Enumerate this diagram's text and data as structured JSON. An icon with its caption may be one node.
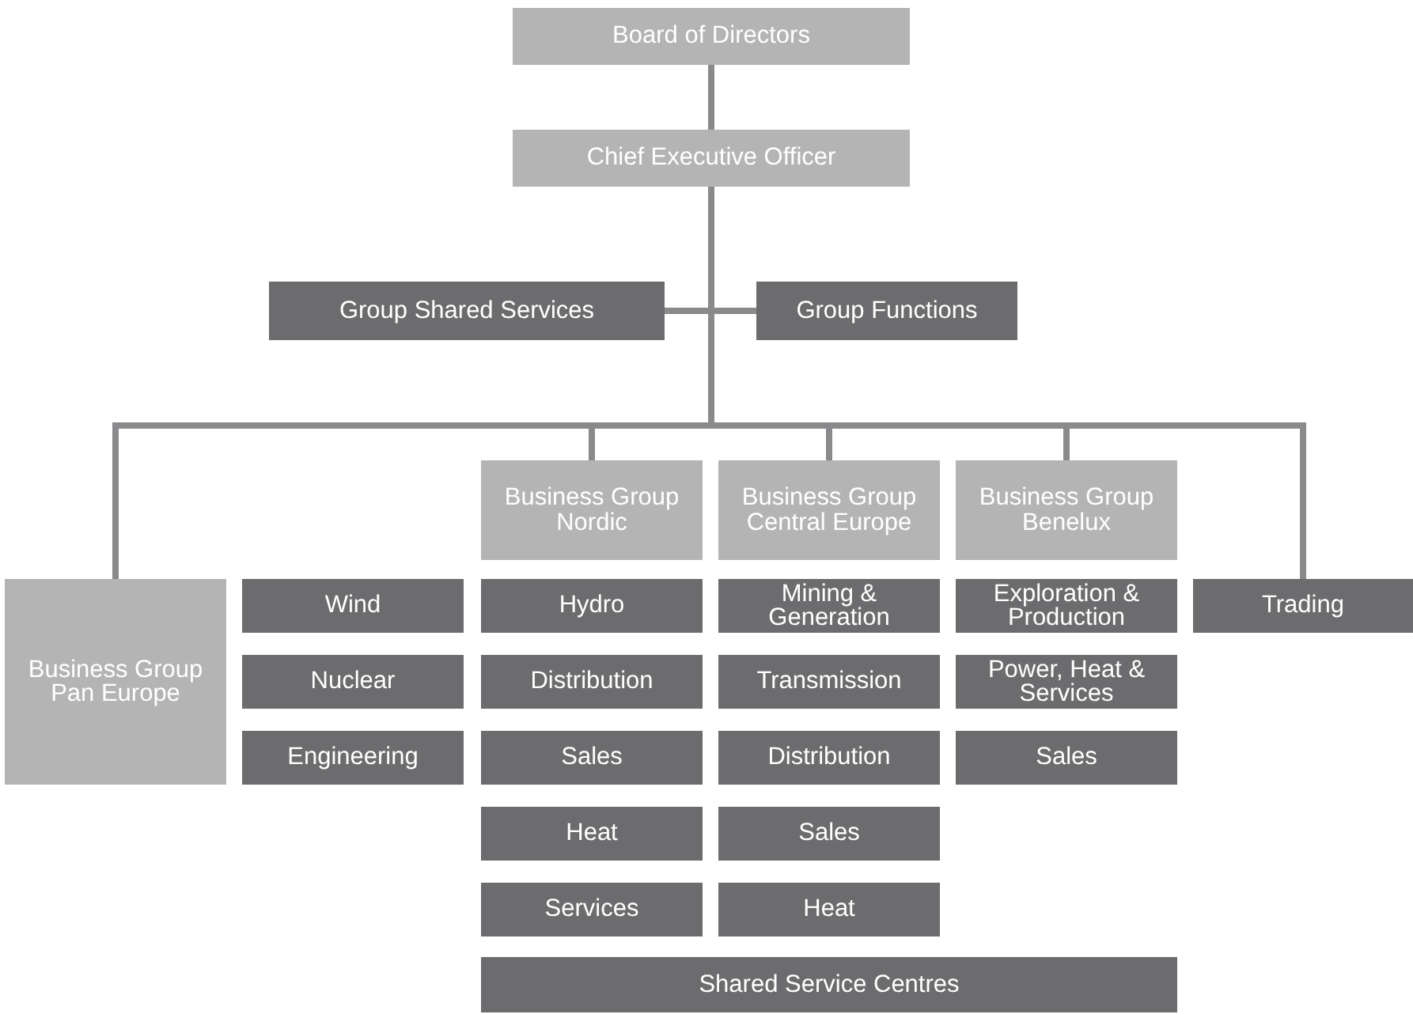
{
  "diagram": {
    "nodes": [
      {
        "text": [
          "Board of Directors"
        ]
      },
      {
        "text": [
          "Chief Executive Officer"
        ]
      },
      {
        "text": [
          "Group Shared Services"
        ]
      },
      {
        "text": [
          "Group Functions"
        ]
      },
      {
        "text": [
          "Business Group Pan Europe"
        ]
      },
      {
        "text": [
          "Wind"
        ]
      },
      {
        "text": [
          "Nuclear"
        ]
      },
      {
        "text": [
          "Engineering"
        ]
      },
      {
        "text": [
          "Business Group Nordic"
        ]
      },
      {
        "text": [
          "Hydro"
        ]
      },
      {
        "text": [
          "Distribution"
        ]
      },
      {
        "text": [
          "Sales"
        ]
      },
      {
        "text": [
          "Heat"
        ]
      },
      {
        "text": [
          "Services"
        ]
      },
      {
        "text": [
          "Business Group Central Europe"
        ]
      },
      {
        "text": [
          "Mining & Generation"
        ]
      },
      {
        "text": [
          "Transmission"
        ]
      },
      {
        "text": [
          "Distribution"
        ]
      },
      {
        "text": [
          "Sales"
        ]
      },
      {
        "text": [
          "Heat"
        ]
      },
      {
        "text": [
          "Business Group Benelux"
        ]
      },
      {
        "text": [
          "Exploration & Production"
        ]
      },
      {
        "text": [
          "Power, Heat & Services"
        ]
      },
      {
        "text": [
          "Sales"
        ]
      },
      {
        "text": [
          "Trading"
        ]
      },
      {
        "text": [
          "Shared Service Centres"
        ]
      }
    ],
    "edges": [
      {
        "from": 0,
        "to": 1,
        "arrow": "none"
      },
      {
        "from": 1,
        "to": 2,
        "arrow": "none"
      },
      {
        "from": 1,
        "to": 3,
        "arrow": "none"
      },
      {
        "from": 1,
        "to": 4,
        "arrow": "none"
      },
      {
        "from": 1,
        "to": 8,
        "arrow": "none"
      },
      {
        "from": 1,
        "to": 14,
        "arrow": "none"
      },
      {
        "from": 1,
        "to": 20,
        "arrow": "none"
      },
      {
        "from": 1,
        "to": 24,
        "arrow": "none"
      }
    ]
  }
}
